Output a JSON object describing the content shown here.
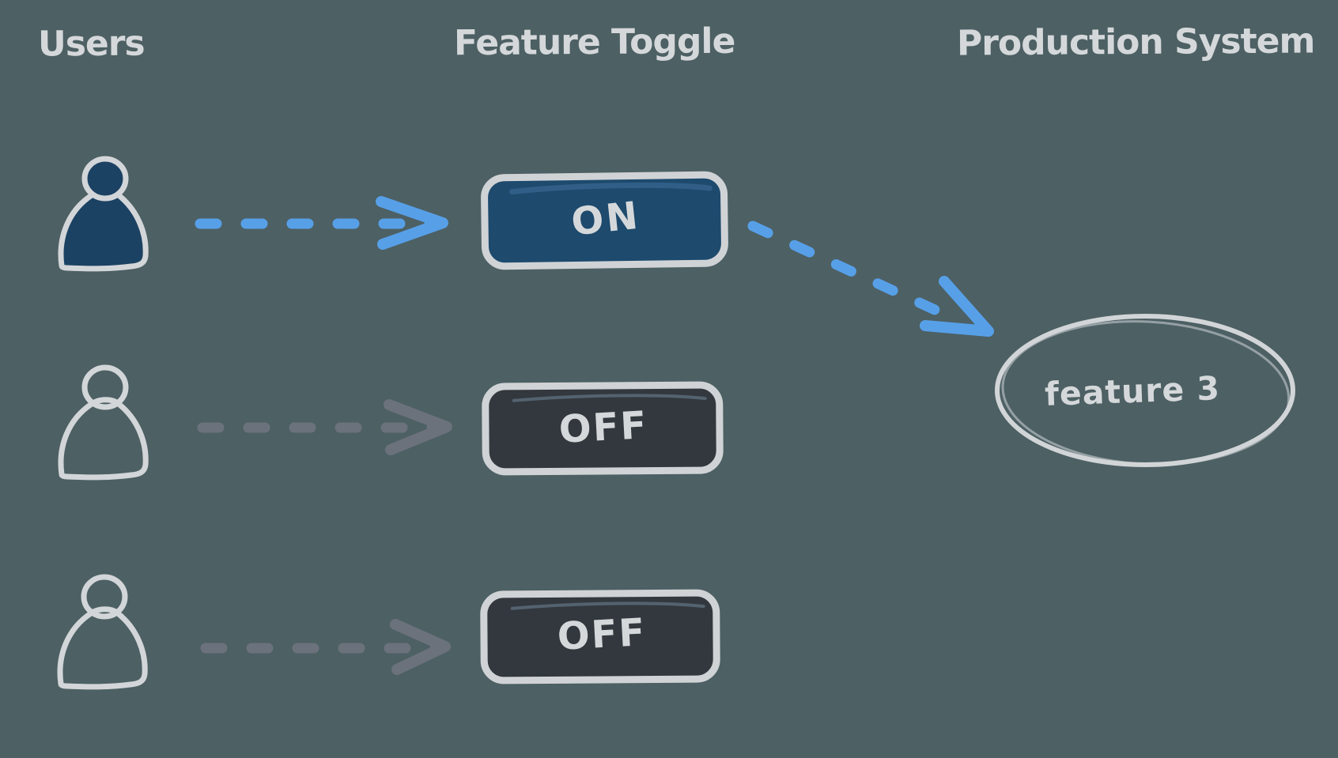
{
  "colors": {
    "background": "#4d6064",
    "ink_light": "#d3d6d9",
    "user_active_fill": "#1c4263",
    "toggle_on_fill": "#1d4a6d",
    "toggle_off_fill": "#32383e",
    "toggle_border": "#d0d3d6",
    "arrow_blue": "#57a0e8",
    "arrow_gray": "#6b727c"
  },
  "headers": {
    "users": "Users",
    "feature_toggle": "Feature Toggle",
    "production_system": "Production System"
  },
  "users": [
    {
      "name": "user-1",
      "style": "filled"
    },
    {
      "name": "user-2",
      "style": "outline"
    },
    {
      "name": "user-3",
      "style": "outline"
    }
  ],
  "toggles": [
    {
      "label": "ON",
      "state": "on"
    },
    {
      "label": "OFF",
      "state": "off"
    },
    {
      "label": "OFF",
      "state": "off"
    }
  ],
  "production_system": {
    "feature_label": "feature 3"
  },
  "connections": [
    {
      "from": "user-1",
      "to": "toggle-1",
      "style": "dashed",
      "color": "blue"
    },
    {
      "from": "user-2",
      "to": "toggle-2",
      "style": "dashed",
      "color": "gray"
    },
    {
      "from": "user-3",
      "to": "toggle-3",
      "style": "dashed",
      "color": "gray"
    },
    {
      "from": "toggle-1",
      "to": "feature-3",
      "style": "dashed",
      "color": "blue"
    }
  ]
}
